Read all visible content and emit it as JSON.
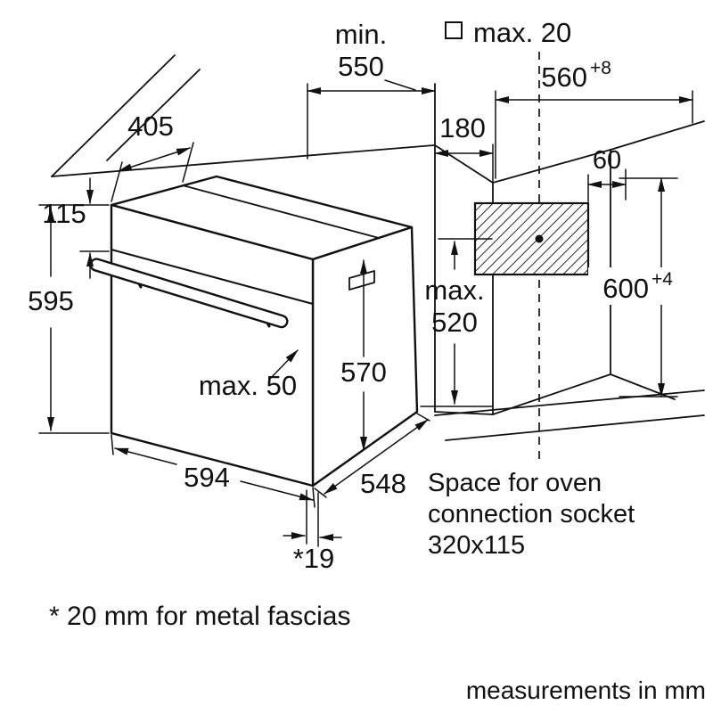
{
  "diagram": {
    "dims": {
      "min550_prefix": "min.",
      "min550_value": "550",
      "max20": "max. 20",
      "d560": "560",
      "d560_tol": "+8",
      "d405": "405",
      "d180": "180",
      "d60": "60",
      "d115": "115",
      "d595": "595",
      "max520_l1": "max.",
      "max520_l2": "520",
      "d600": "600",
      "d600_tol": "+4",
      "max50": "max. 50",
      "d570": "570",
      "d594": "594",
      "d548": "548",
      "d19": "*19"
    },
    "notes": {
      "socket_l1": "Space for oven",
      "socket_l2": "connection socket",
      "socket_l3": "320x115",
      "fascia": "* 20 mm for metal fascias",
      "units": "measurements in mm"
    },
    "colors": {
      "line": "#111111",
      "bg": "#ffffff"
    }
  }
}
